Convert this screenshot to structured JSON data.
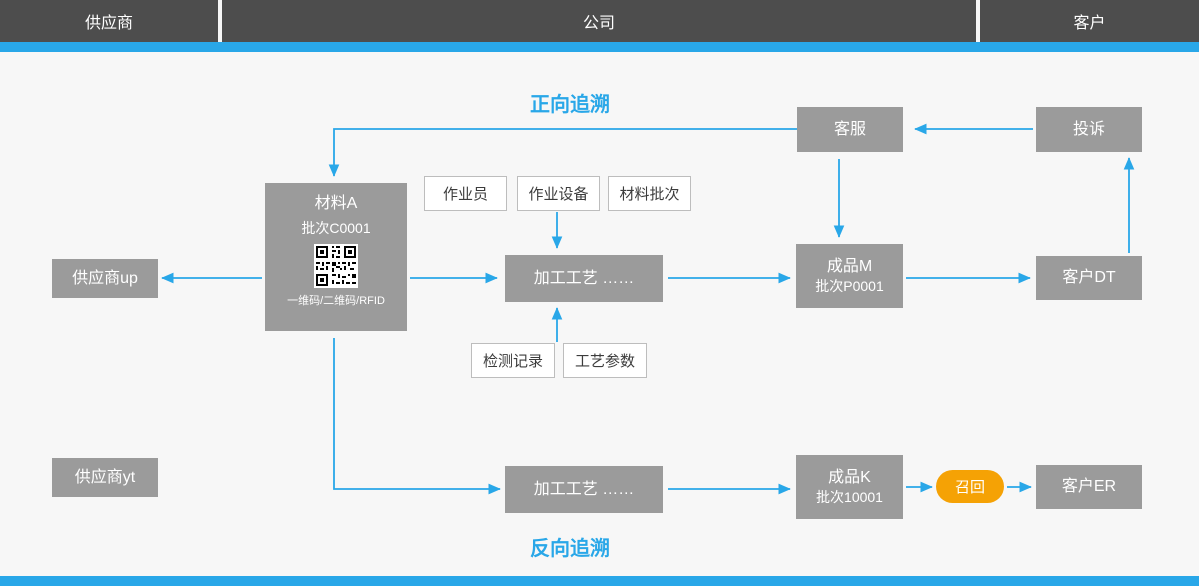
{
  "header": {
    "lanes": [
      {
        "label": "供应商"
      },
      {
        "label": "公司"
      },
      {
        "label": "客户"
      }
    ]
  },
  "titles": {
    "forward": "正向追溯",
    "backward": "反向追溯"
  },
  "colors": {
    "lane_bg": "#4d4d4d",
    "accent_blue": "#29a7e8",
    "node_gray": "#9b9b9b",
    "recall_orange": "#f5a205",
    "canvas_bg": "#f7f7f7"
  },
  "nodes": {
    "supplier_up": {
      "label": "供应商up"
    },
    "supplier_yt": {
      "label": "供应商yt"
    },
    "material": {
      "title": "材料A",
      "batch": "批次C0001",
      "footer": "一维码/二维码/RFID",
      "code_icon": "qr-code-icon"
    },
    "process_top": {
      "label": "加工工艺  ……"
    },
    "process_bottom": {
      "label": "加工工艺  ……"
    },
    "product_m": {
      "title": "成品M",
      "batch": "批次P0001"
    },
    "product_k": {
      "title": "成品K",
      "batch": "批次10001"
    },
    "customer_service": {
      "label": "客服"
    },
    "complaint": {
      "label": "投诉"
    },
    "customer_dt": {
      "label": "客户DT"
    },
    "customer_er": {
      "label": "客户ER"
    },
    "recall": {
      "label": "召回"
    }
  },
  "attributes": {
    "operator": "作业员",
    "equipment": "作业设备",
    "material_batch": "材料批次",
    "inspection_record": "检测记录",
    "process_parameter": "工艺参数"
  }
}
